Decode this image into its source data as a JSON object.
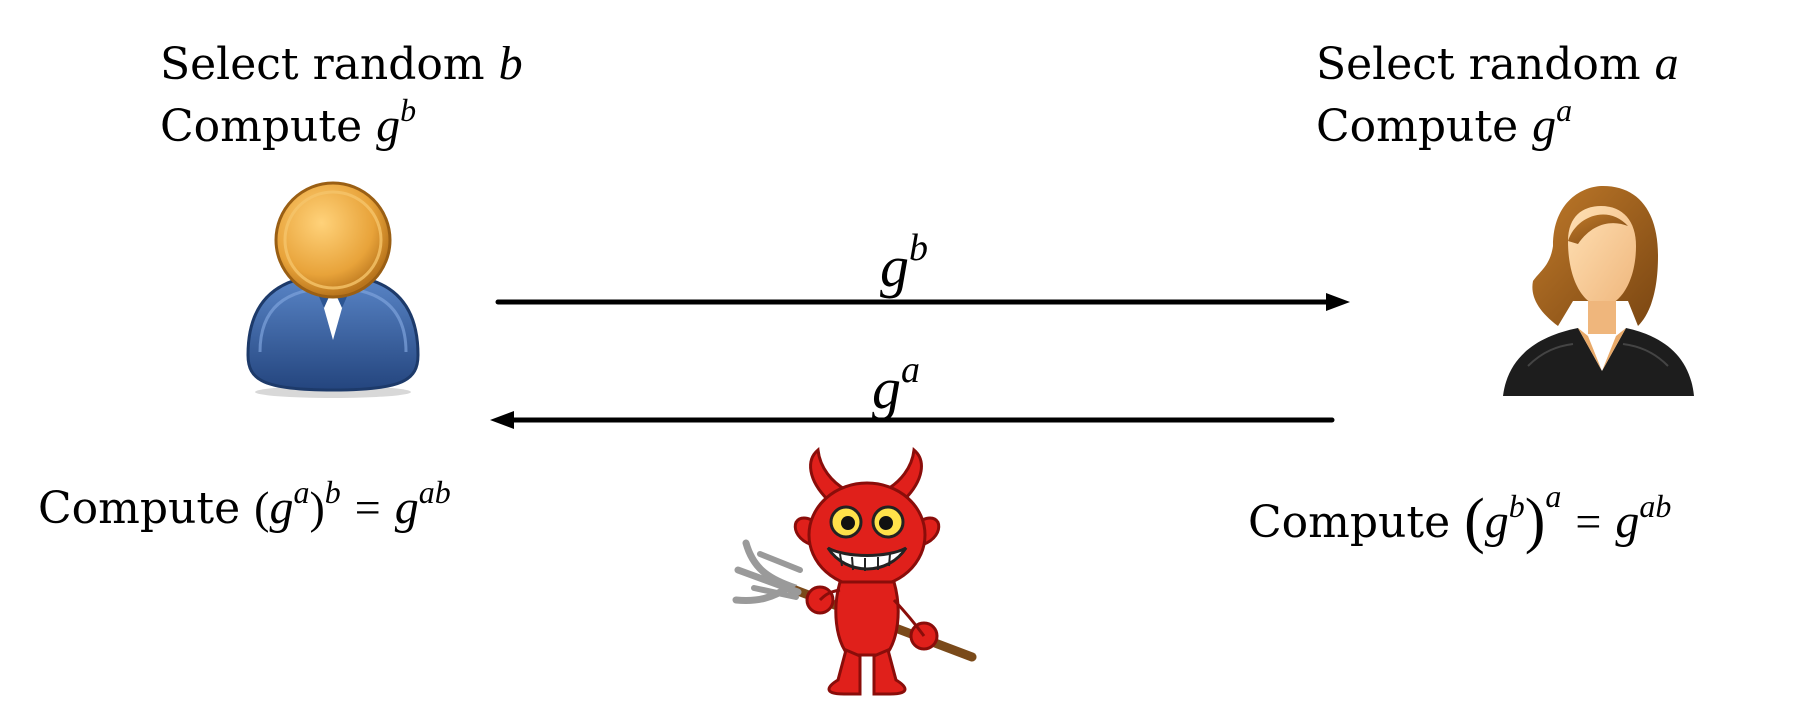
{
  "bob": {
    "line1_prefix": "Select random",
    "line1_var": "b",
    "line2_prefix": "Compute",
    "line2_base": "g",
    "line2_exp": "b",
    "result_prefix": "Compute",
    "result_open": "(",
    "result_base": "g",
    "result_inner_exp": "a",
    "result_close": ")",
    "result_outer_exp": "b",
    "result_eq": "=",
    "result_rhs_base": "g",
    "result_rhs_exp": "ab"
  },
  "alice": {
    "line1_prefix": "Select random",
    "line1_var": "a",
    "line2_prefix": "Compute",
    "line2_base": "g",
    "line2_exp": "a",
    "result_prefix": "Compute",
    "result_open": "(",
    "result_base": "g",
    "result_inner_exp": "b",
    "result_close": ")",
    "result_outer_exp": "a",
    "result_eq": "=",
    "result_rhs_base": "g",
    "result_rhs_exp": "ab"
  },
  "messages": {
    "to_alice_base": "g",
    "to_alice_exp": "b",
    "to_bob_base": "g",
    "to_bob_exp": "a"
  },
  "colors": {
    "bob_head": "#e8a33a",
    "bob_body": "#3a66a8",
    "alice_hair": "#a0611c",
    "alice_skin": "#f7c891",
    "alice_jacket": "#1d1d1d",
    "devil_red": "#e0201b",
    "pitchfork": "#9a9a9a",
    "arrow": "#000000"
  },
  "icons": {
    "bob": "man-avatar-icon",
    "alice": "woman-avatar-icon",
    "eve": "devil-eavesdropper-icon"
  }
}
